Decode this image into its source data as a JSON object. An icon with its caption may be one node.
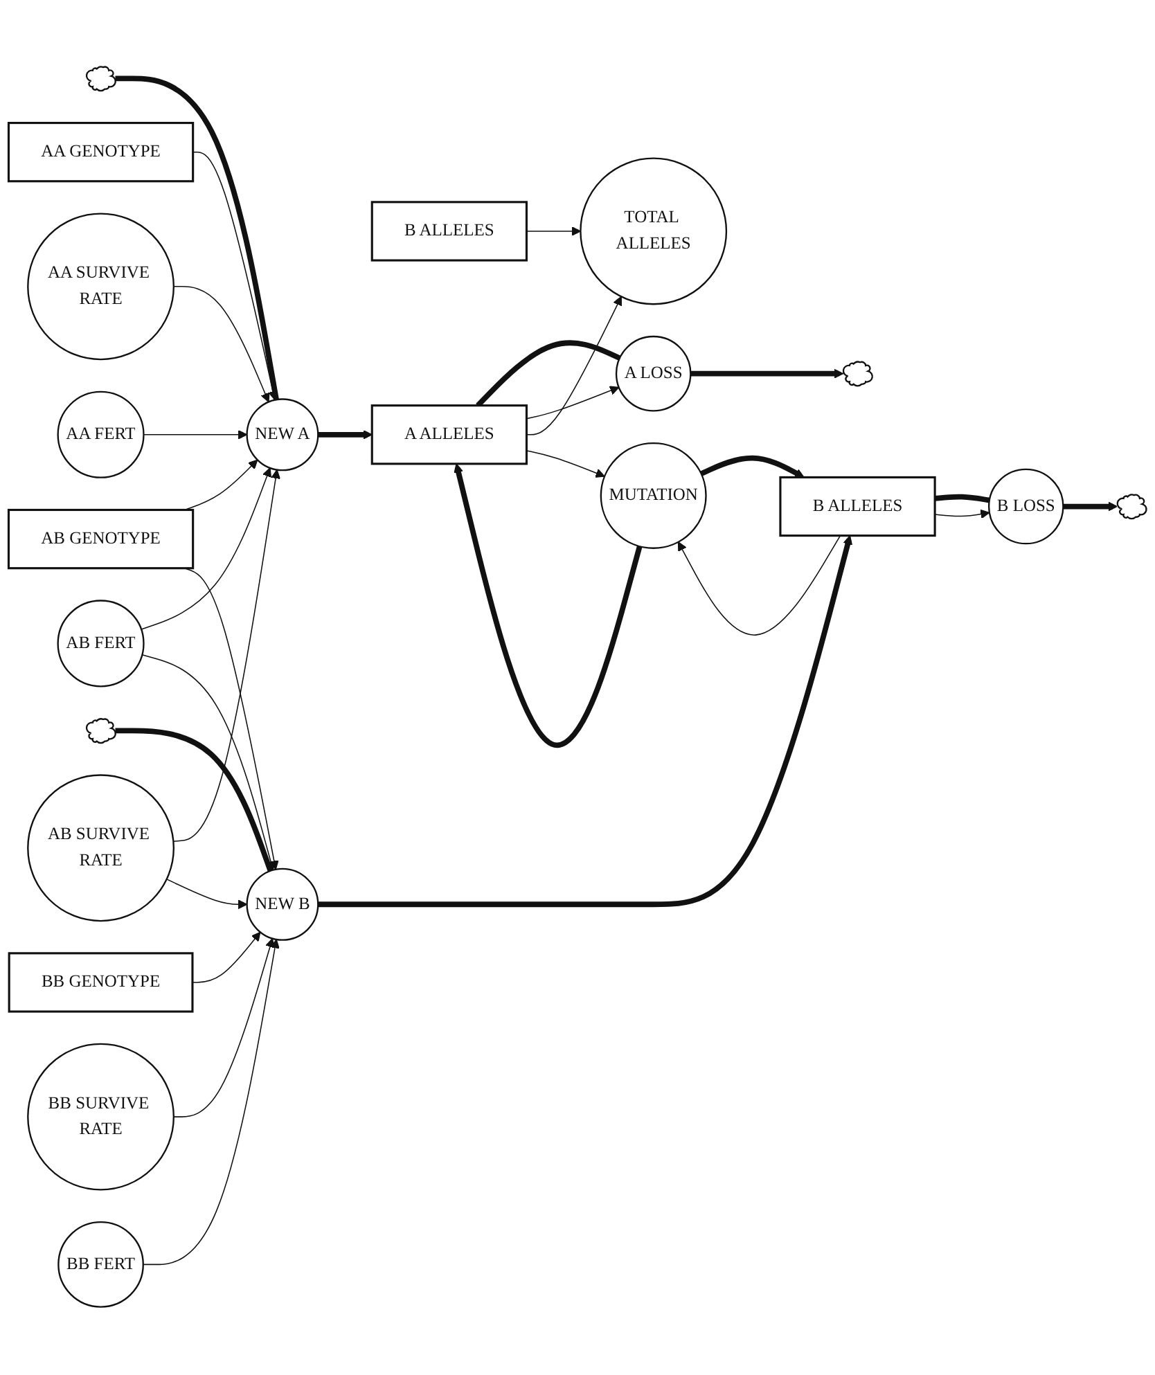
{
  "diagram": {
    "nodes": [
      {
        "text": [
          "TOTAL ALLELES"
        ]
      },
      {
        "text": [
          "B ALLELES"
        ]
      },
      {
        "text": [
          "AA GENOTYPE"
        ]
      },
      {
        "text": [
          "AA SURVIVE RATE"
        ]
      },
      {
        "text": [
          "AA FERT"
        ]
      },
      {
        "text": [
          "A ALLELES"
        ]
      },
      {
        "text": [
          "A LOSS"
        ]
      },
      {
        "text": [],
        "shape": "cloud"
      },
      {
        "text": [
          "NEW A"
        ]
      },
      {
        "text": [],
        "shape": "cloud"
      },
      {
        "text": [
          "MUTATION"
        ]
      },
      {
        "text": [
          "AB FERT"
        ]
      },
      {
        "text": [
          "AB SURVIVE RATE"
        ]
      },
      {
        "text": [
          "AB GENOTYPE"
        ]
      },
      {
        "text": [],
        "shape": "cloud"
      },
      {
        "text": [
          "NEW B"
        ]
      },
      {
        "text": [
          "B ALLELES"
        ]
      },
      {
        "text": [],
        "shape": "cloud"
      },
      {
        "text": [
          "B LOSS"
        ]
      },
      {
        "text": [
          "BB FERT"
        ]
      },
      {
        "text": [
          "BB GENOTYPE"
        ]
      },
      {
        "text": [
          "BB SURVIVE RATE"
        ]
      }
    ],
    "edges": [
      {
        "from": 7,
        "to": 8,
        "arrow": "none",
        "style": "thick"
      },
      {
        "from": 8,
        "to": 5,
        "arrow": "to",
        "style": "thick"
      },
      {
        "from": 5,
        "to": 6,
        "arrow": "none",
        "style": "thick"
      },
      {
        "from": 5,
        "to": 6,
        "arrow": "to"
      },
      {
        "from": 6,
        "to": 9,
        "arrow": "to",
        "style": "thick"
      },
      {
        "from": 10,
        "to": 5,
        "arrow": "to",
        "style": "thick"
      },
      {
        "from": 10,
        "to": 16,
        "arrow": "to",
        "style": "thick"
      },
      {
        "from": 14,
        "to": 15,
        "arrow": "none",
        "style": "thick"
      },
      {
        "from": 15,
        "to": 16,
        "arrow": "to",
        "style": "thick"
      },
      {
        "from": 16,
        "to": 18,
        "arrow": "none",
        "style": "thick"
      },
      {
        "from": 18,
        "to": 17,
        "arrow": "to",
        "style": "thick"
      },
      {
        "from": 1,
        "to": 0,
        "arrow": "to"
      },
      {
        "from": 5,
        "to": 0,
        "arrow": "to"
      },
      {
        "from": 2,
        "to": 8,
        "arrow": "to"
      },
      {
        "from": 3,
        "to": 8,
        "arrow": "to"
      },
      {
        "from": 4,
        "to": 8,
        "arrow": "to"
      },
      {
        "from": 13,
        "to": 8,
        "arrow": "to"
      },
      {
        "from": 11,
        "to": 8,
        "arrow": "to"
      },
      {
        "from": 12,
        "to": 8,
        "arrow": "to"
      },
      {
        "from": 5,
        "to": 10,
        "arrow": "to"
      },
      {
        "from": 16,
        "to": 10,
        "arrow": "to"
      },
      {
        "from": 13,
        "to": 15,
        "arrow": "to"
      },
      {
        "from": 11,
        "to": 15,
        "arrow": "to"
      },
      {
        "from": 12,
        "to": 15,
        "arrow": "to"
      },
      {
        "from": 20,
        "to": 15,
        "arrow": "to"
      },
      {
        "from": 21,
        "to": 15,
        "arrow": "to"
      },
      {
        "from": 19,
        "to": 15,
        "arrow": "to"
      },
      {
        "from": 16,
        "to": 18,
        "arrow": "to"
      }
    ]
  }
}
